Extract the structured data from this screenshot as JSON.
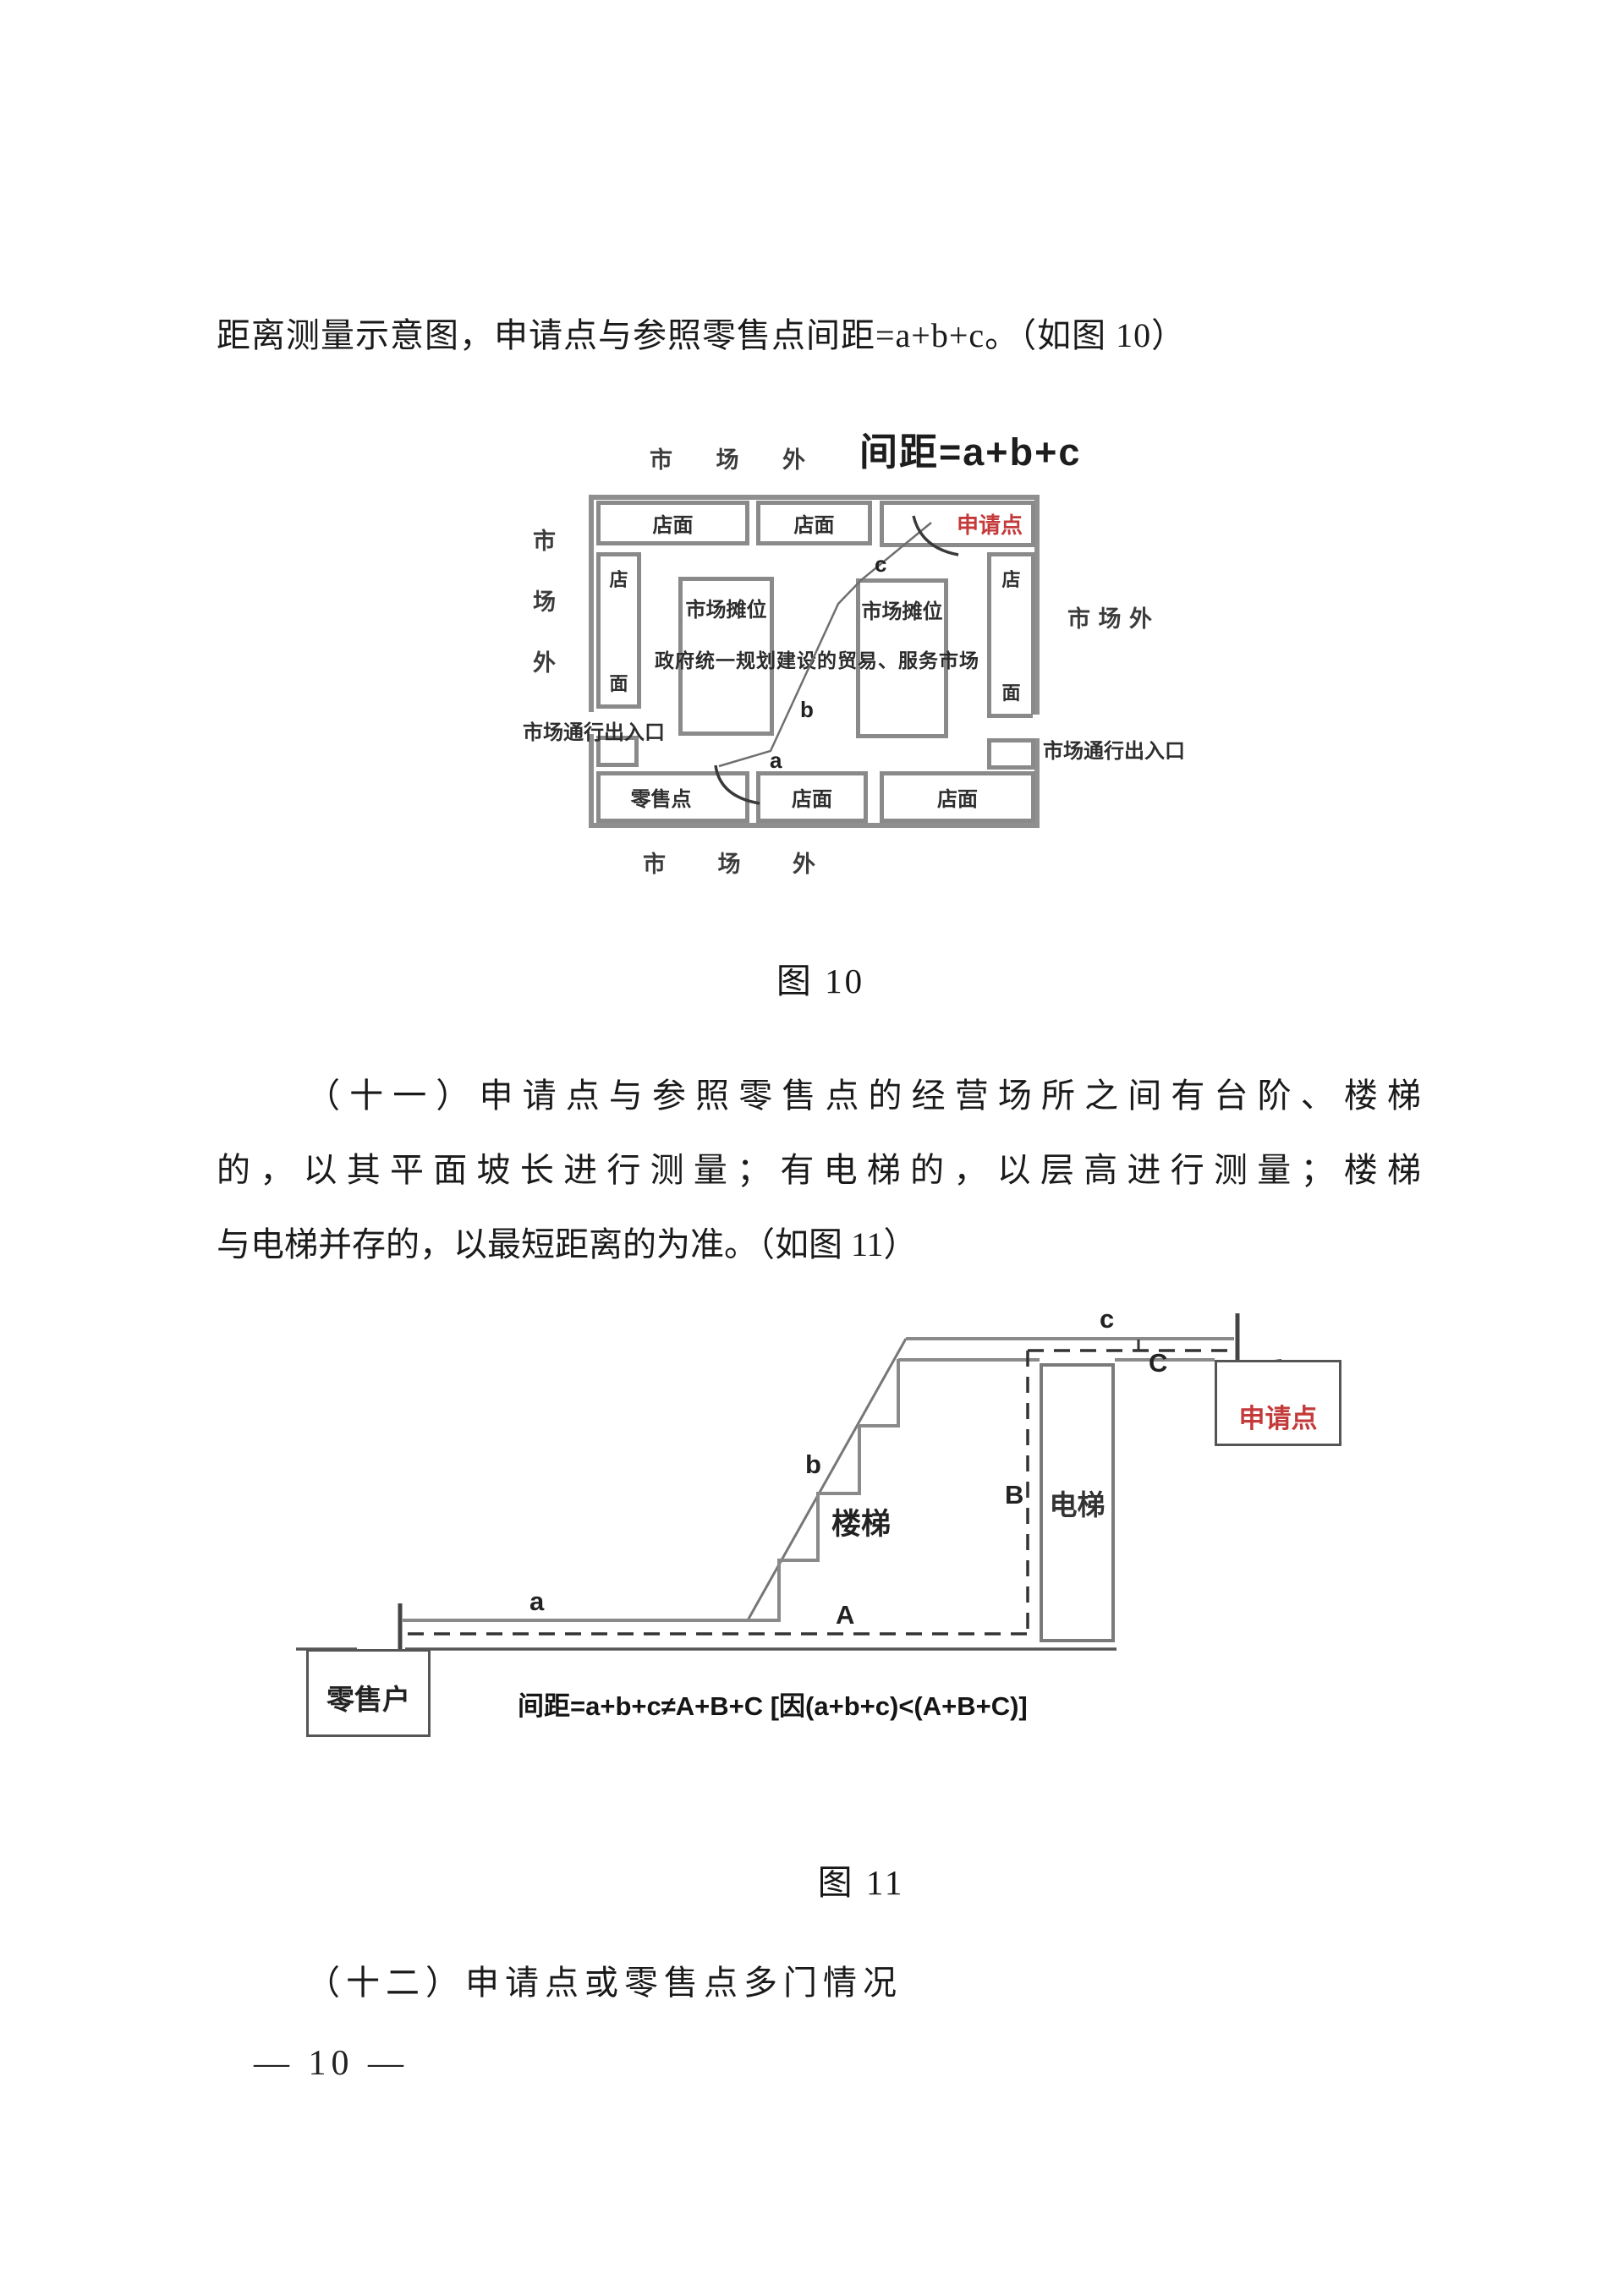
{
  "document": {
    "intro_line": "距离测量示意图，申请点与参照零售点间距=a+b+c。（如图 10）",
    "fig10_caption": "图 10",
    "para_11": {
      "line1": "（十一）申请点与参照零售点的经营场所之间有台阶、楼梯",
      "line2": "的，以其平面坡长进行测量；有电梯的，以层高进行测量；楼梯",
      "line3": "与电梯并存的，以最短距离的为准。（如图 11）"
    },
    "fig11_caption": "图 11",
    "para_12": "（十二）申请点或零售点多门情况",
    "page_number": "— 10 —"
  },
  "figure10": {
    "title": "间距=a+b+c",
    "market_outside_top": "市 场 外",
    "market_outside_bottom": "市 场 外",
    "market_outside_right": "市 场 外",
    "market_outside_left_chars": [
      "市",
      "场",
      "外"
    ],
    "shopfront_label": "店面",
    "shopfront_vertical_chars": [
      "店",
      "面"
    ],
    "stall_label": "市场摊位",
    "market_description": "政府统一规划建设的贸易、服务市场",
    "entrance_left": "市场通行出入口",
    "entrance_right": "市场通行出入口",
    "applicant_label": "申请点",
    "retail_label": "零售点",
    "segment_a": "a",
    "segment_b": "b",
    "segment_c": "c"
  },
  "figure11": {
    "retailer_label": "零售户",
    "applicant_label": "申请点",
    "stairs_label": "楼梯",
    "elevator_label": "电梯",
    "segment_a": "a",
    "segment_b": "b",
    "segment_c": "c",
    "segment_A": "A",
    "segment_B": "B",
    "segment_C": "C",
    "formula": "间距=a+b+c≠A+B+C [因(a+b+c)<(A+B+C)]"
  },
  "colors": {
    "accent_red": "#c43a3a",
    "wall_gray": "#8f8f8f",
    "line_dark": "#3a3a3a"
  }
}
